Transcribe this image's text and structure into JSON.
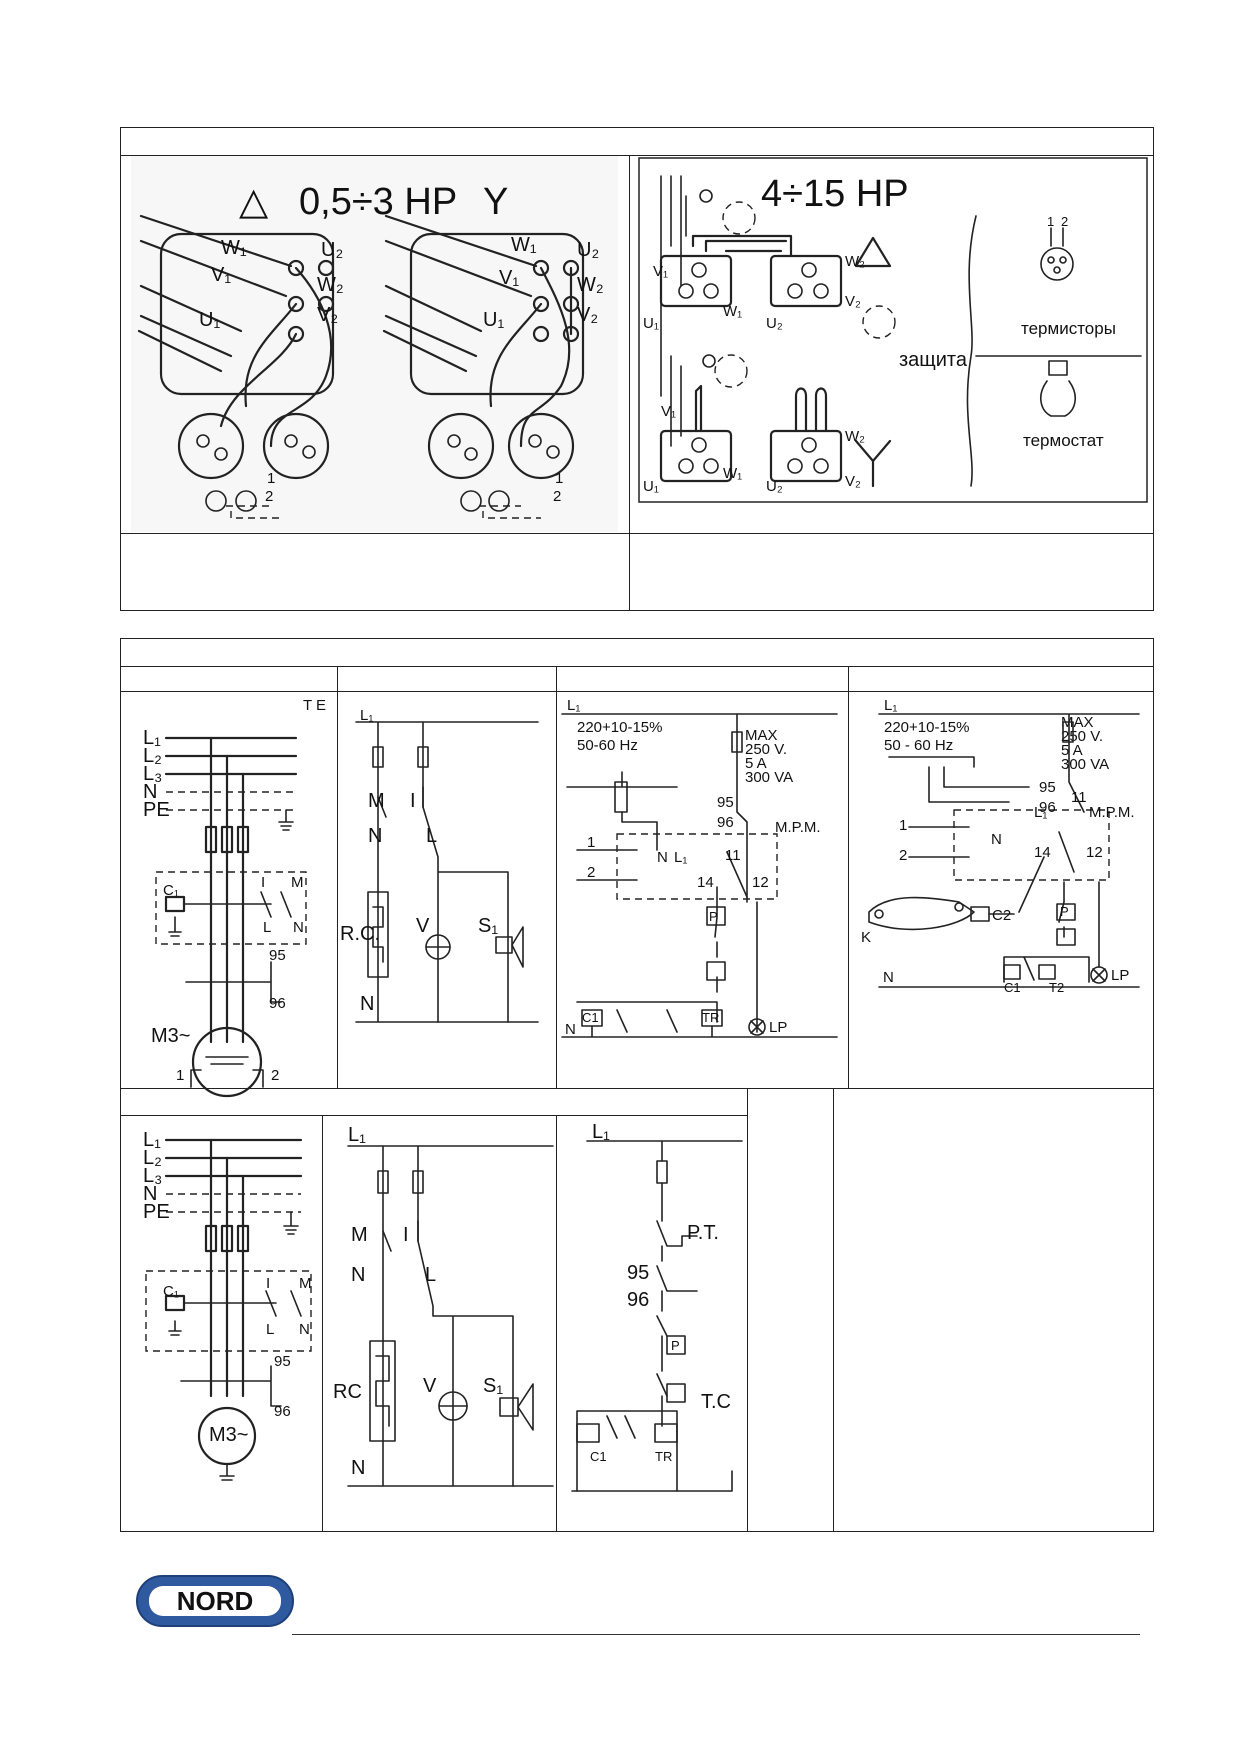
{
  "top_section": {
    "left_panel": {
      "delta_symbol": "△",
      "power_range": "0,5÷3 HP",
      "star_symbol": "Y",
      "terminals": {
        "w1": "W₁",
        "v1": "V₁",
        "u1": "U₁",
        "u2": "U₂",
        "w2": "W₂",
        "v2": "V₂"
      },
      "connector_labels": {
        "one": "1",
        "two": "2"
      }
    },
    "right_panel": {
      "power_range": "4÷15 HP",
      "terminals": {
        "v1": "V₁",
        "u1": "U₁",
        "w1": "W₁",
        "u2": "U₂",
        "w2": "W₂",
        "v2": "V₂"
      },
      "protection_label": "защита",
      "thermistors_label": "термисторы",
      "thermostat_label": "термостат",
      "thermistor_pins": {
        "one": "1",
        "two": "2"
      }
    }
  },
  "bottom_section": {
    "row1": {
      "panel1": {
        "te": "T E",
        "lines": [
          "L₁",
          "L₂",
          "L₃",
          "N",
          "PE"
        ],
        "c1": "C₁",
        "i": "I",
        "m": "M",
        "l": "L",
        "n": "N",
        "t95": "95",
        "t96": "96",
        "motor": "M3~",
        "one": "1",
        "two": "2"
      },
      "panel2": {
        "l1": "L₁",
        "m": "M",
        "i": "I",
        "n": "N",
        "l": "L",
        "rc": "R.C.",
        "v": "V",
        "s1": "S₁",
        "n_bottom": "N"
      },
      "panel3": {
        "l1": "L₁",
        "voltage": "220+10-15%",
        "freq": "50-60 Hz",
        "max": "MAX",
        "v250": "250 V.",
        "a5": "5 A",
        "va300": "300 VA",
        "t95": "95",
        "t96": "96",
        "mpm": "M.P.M.",
        "one": "1",
        "two": "2",
        "n": "N",
        "l1_term": "L₁",
        "t11": "11",
        "t14": "14",
        "t12": "12",
        "p": "P",
        "c1": "C1",
        "tr": "TR",
        "lp": "LP",
        "n_bottom": "N"
      },
      "panel4": {
        "l1": "L₁",
        "voltage": "220+10-15%",
        "freq": "50 - 60 Hz",
        "max": "MAX",
        "v250": "250 V.",
        "a5": "5 A",
        "va300": "300 VA",
        "t95": "95",
        "t96": "96",
        "mpm": "M.P.M.",
        "one": "1",
        "two": "2",
        "n": "N",
        "l1_term": "L₁",
        "t11": "11",
        "t14": "14",
        "t12": "12",
        "k": "K",
        "c2": "C2",
        "p": "P",
        "c1": "C1",
        "t2": "T2",
        "lp": "LP",
        "n_bottom": "N"
      }
    },
    "row2": {
      "panel1": {
        "lines": [
          "L₁",
          "L₂",
          "L₃",
          "N",
          "PE"
        ],
        "c1": "C₁",
        "i": "I",
        "m": "M",
        "l": "L",
        "n": "N",
        "t95": "95",
        "t96": "96",
        "motor": "M3~"
      },
      "panel2": {
        "l1": "L₁",
        "m": "M",
        "i": "I",
        "n": "N",
        "l": "L",
        "rc": "RC",
        "v": "V",
        "s1": "S₁",
        "n_bottom": "N"
      },
      "panel3": {
        "l1": "L₁",
        "pt": "P.T.",
        "t95": "95",
        "t96": "96",
        "p": "P",
        "tc": "T.C",
        "c1": "C1",
        "tr": "TR"
      }
    }
  },
  "footer": {
    "logo_text": "NORD",
    "logo_color": "#2f5aa0"
  }
}
